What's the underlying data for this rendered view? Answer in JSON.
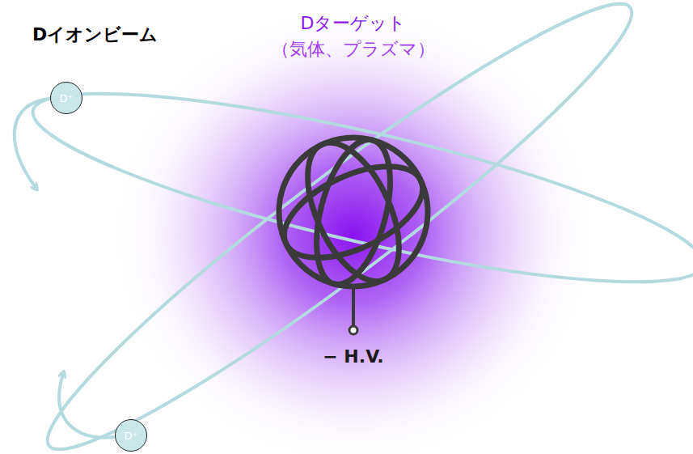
{
  "diagram": {
    "nodes": [
      {
        "text": [
          "D⁺"
        ]
      },
      {
        "text": [
          "D⁺"
        ]
      }
    ],
    "labels": [
      "Dイオンビーム",
      "Dターゲット",
      "（気体、プラズマ）",
      "− H.V."
    ]
  }
}
